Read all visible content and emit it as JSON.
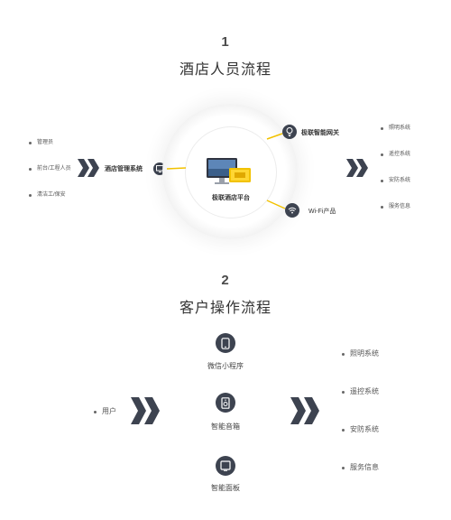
{
  "section1": {
    "number": "1",
    "title": "酒店人员流程",
    "left_list": [
      "管理员",
      "前台/工程人员",
      "清洁工/保安"
    ],
    "hub_label": "酒店管理系统",
    "center_label": "极联酒店平台",
    "gateway_label": "极联智能网关",
    "wifi_label": "Wi-Fi产品",
    "right_list": [
      "照明系统",
      "遥控系统",
      "安防系统",
      "服务信息"
    ]
  },
  "section2": {
    "number": "2",
    "title": "客户操作流程",
    "user_label": "用户",
    "devices": [
      "微信小程序",
      "智能音箱",
      "智能面板"
    ],
    "right_list": [
      "照明系统",
      "遥控系统",
      "安防系统",
      "服务信息"
    ]
  },
  "colors": {
    "accent": "#f2c200",
    "icon_bg": "#3d4350",
    "chevron": "#3d4350"
  },
  "icons": [
    "chevron-right-icon",
    "monitor-icon",
    "lightbulb-icon",
    "wifi-icon",
    "phone-icon",
    "speaker-icon",
    "tablet-icon"
  ]
}
